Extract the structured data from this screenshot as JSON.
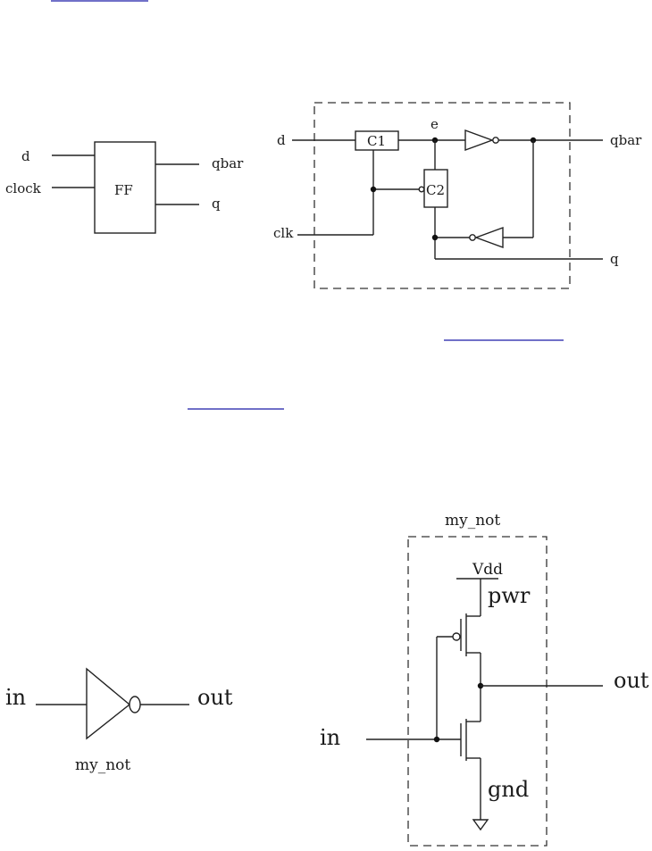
{
  "colors": {
    "link": "#1a1aa8",
    "ink": "#222222",
    "background": "#ffffff"
  },
  "flipflop_block": {
    "input_d": "d",
    "input_clock": "clock",
    "box_label": "FF",
    "output_qbar": "qbar",
    "output_q": "q"
  },
  "flipflop_internal": {
    "input_d": "d",
    "input_clk": "clk",
    "c1_label": "C1",
    "c2_label": "C2",
    "node_e": "e",
    "output_qbar": "qbar",
    "output_q": "q"
  },
  "inverter_symbol": {
    "input": "in",
    "output": "out",
    "caption": "my_not"
  },
  "inverter_internal": {
    "title": "my_not",
    "supply": "Vdd",
    "pwr": "pwr",
    "gnd": "gnd",
    "input": "in",
    "output": "out"
  }
}
